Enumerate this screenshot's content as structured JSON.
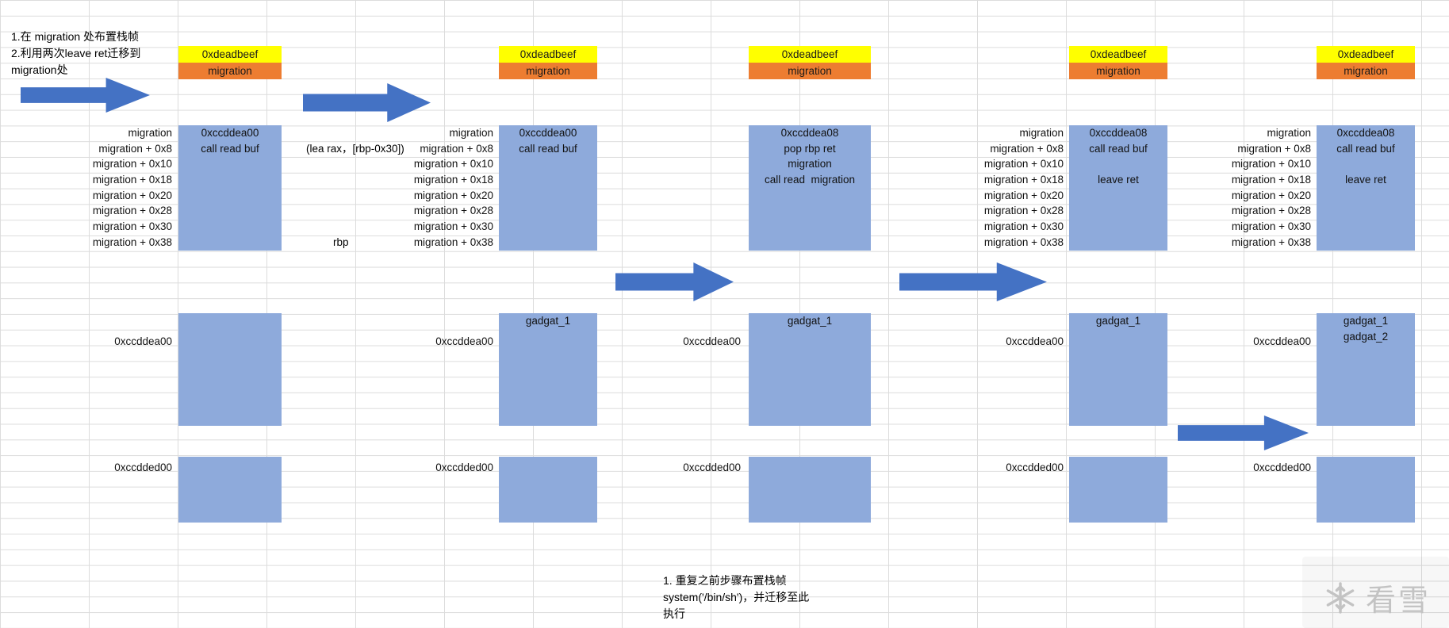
{
  "annotations": {
    "top_left": {
      "line1": "1.在 migration 处布置栈帧",
      "line2": "2.利用两次leave ret迁移到",
      "line3": "migration处"
    },
    "lea_note": "(lea  rax，[rbp-0x30])",
    "rbp_note": "rbp",
    "bottom": {
      "line1": "1. 重复之前步骤布置栈帧",
      "line2": "system('/bin/sh')，并迁移至此",
      "line3": "执行"
    }
  },
  "watermark": {
    "text": "看雪"
  },
  "colors": {
    "deadbeef_bg": "#FFFF00",
    "migration_bg": "#ED7D31",
    "stack_box_bg": "#8EAADB",
    "arrow": "#4472C4",
    "gridline": "#DCDCDC"
  },
  "groups": [
    {
      "deadbeef": "0xdeadbeef",
      "migration_tag": "migration",
      "labels": [
        "migration",
        "migration + 0x8",
        "migration + 0x10",
        "migration + 0x18",
        "migration + 0x20",
        "migration + 0x28",
        "migration + 0x30",
        "migration + 0x38"
      ],
      "stack_lines": [
        "0xccddea00",
        "call read buf"
      ],
      "mid_label": "0xccddea00",
      "mid_lines": [],
      "bottom_label": "0xccdded00"
    },
    {
      "deadbeef": "0xdeadbeef",
      "migration_tag": "migration",
      "labels": [
        "migration",
        "migration + 0x8",
        "migration + 0x10",
        "migration + 0x18",
        "migration + 0x20",
        "migration + 0x28",
        "migration + 0x30",
        "migration + 0x38"
      ],
      "stack_lines": [
        "0xccddea00",
        "call read buf"
      ],
      "mid_label": "0xccddea00",
      "mid_lines": [
        "gadgat_1"
      ],
      "bottom_label": "0xccdded00"
    },
    {
      "deadbeef": "0xdeadbeef",
      "migration_tag": "migration",
      "labels": [],
      "stack_lines": [
        "0xccddea08",
        "pop rbp ret",
        "migration",
        "call read  migration"
      ],
      "mid_label": "0xccddea00",
      "mid_lines": [
        "gadgat_1"
      ],
      "bottom_label": "0xccdded00"
    },
    {
      "deadbeef": "0xdeadbeef",
      "migration_tag": "migration",
      "labels": [
        "migration",
        "migration + 0x8",
        "migration + 0x10",
        "migration + 0x18",
        "migration + 0x20",
        "migration + 0x28",
        "migration + 0x30",
        "migration + 0x38"
      ],
      "stack_lines": [
        "0xccddea08",
        "call read buf",
        "",
        "leave ret"
      ],
      "mid_label": "0xccddea00",
      "mid_lines": [
        "gadgat_1"
      ],
      "bottom_label": "0xccdded00"
    },
    {
      "deadbeef": "0xdeadbeef",
      "migration_tag": "migration",
      "labels": [
        "migration",
        "migration + 0x8",
        "migration + 0x10",
        "migration + 0x18",
        "migration + 0x20",
        "migration + 0x28",
        "migration + 0x30",
        "migration + 0x38"
      ],
      "stack_lines": [
        "0xccddea08",
        "call read buf",
        "",
        "leave ret"
      ],
      "mid_label": "0xccddea00",
      "mid_lines": [
        "gadgat_1",
        "gadgat_2"
      ],
      "bottom_label": "0xccdded00"
    }
  ]
}
